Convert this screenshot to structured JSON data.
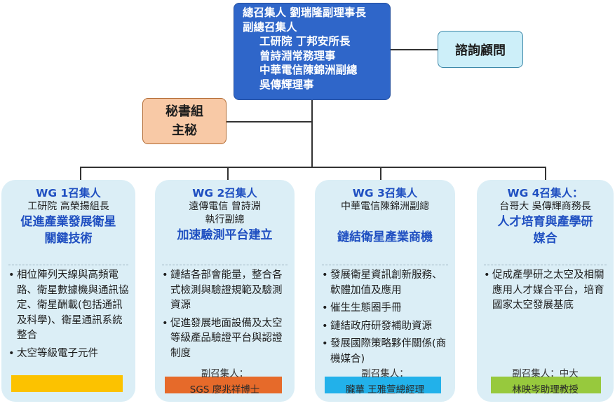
{
  "top": {
    "line1": "總召集人 劉瑞隆副理事長",
    "line2": "副總召集人",
    "deputies": [
      "工研院 丁邦安所長",
      "曾詩淵常務理事",
      "中華電信陳錦洲副總",
      "吳傳輝理事"
    ]
  },
  "advisor": {
    "label": "諮詢顧問"
  },
  "secretariat": {
    "line1": "秘書組",
    "line2": "主秘"
  },
  "groups": [
    {
      "title": "WG 1召集人",
      "convener": [
        "工研院 高榮揚組長"
      ],
      "mission": [
        "促進產業發展衛星",
        "關鍵技術"
      ],
      "bullets": [
        "相位陣列天線與高頻電路、衛星數據機與通訊協定、衛星酬載(包括通訊及科學)、衛星通訊系統整合",
        "太空等級電子元件"
      ],
      "deputy_label": "",
      "deputy_name": "",
      "bar_color": "#fcc200"
    },
    {
      "title": "WG 2召集人",
      "convener": [
        "遠傳電信 曾詩淵",
        "執行副總"
      ],
      "mission": [
        "加速驗測平台建立"
      ],
      "bullets": [
        "鏈結各部會能量，整合各式檢測與驗證規範及驗測資源",
        "促進發展地面設備及太空等級產品驗證平台與認證制度"
      ],
      "deputy_label": "副召集人：",
      "deputy_name": "SGS 廖兆祥博士",
      "bar_color": "#e66a2a"
    },
    {
      "title": "WG 3召集人",
      "convener": [
        "中華電信陳錦洲副總"
      ],
      "mission": [
        "鏈結衛星產業商機"
      ],
      "bullets": [
        "發展衛星資訊創新服務、軟體加值及應用",
        "催生生態圈手冊",
        "鏈結政府研發補助資源",
        "發展國際策略夥伴關係(商機媒合)"
      ],
      "deputy_label": "副召集人：",
      "deputy_name": "朧華 王雅萱總經理",
      "bar_color": "#22b1ea"
    },
    {
      "title": "WG 4召集人：",
      "convener": [
        "台哥大 吳傳輝商務長"
      ],
      "mission": [
        "人才培育與產學研",
        "媒合"
      ],
      "bullets": [
        "促成產學研之太空及相關應用人才媒合平台，培育國家太空發展基底"
      ],
      "deputy_label": "副召集人：中大",
      "deputy_name": "林映岑助理教授",
      "bar_color": "#97c93d"
    }
  ]
}
